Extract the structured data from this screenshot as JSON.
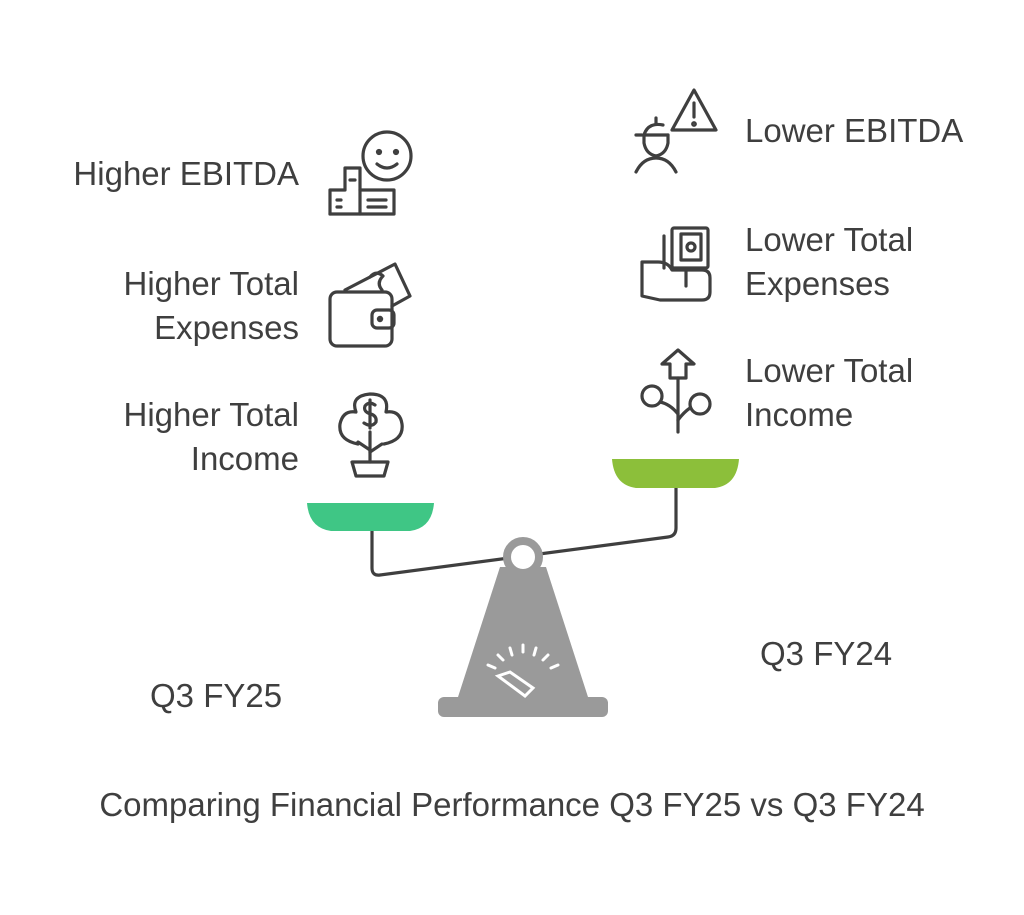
{
  "title": "Comparing Financial Performance Q3 FY25 vs Q3 FY24",
  "left": {
    "period": "Q3 FY25",
    "pan_color": "#3fc685",
    "items": [
      {
        "lines": [
          "Higher EBITDA"
        ],
        "icon": "smiling-buildings-icon"
      },
      {
        "lines": [
          "Higher Total",
          "Expenses"
        ],
        "icon": "wallet-icon"
      },
      {
        "lines": [
          "Higher Total",
          "Income"
        ],
        "icon": "money-tree-icon"
      }
    ]
  },
  "right": {
    "period": "Q3 FY24",
    "pan_color": "#8cbf3a",
    "items": [
      {
        "lines": [
          "Lower EBITDA"
        ],
        "icon": "warning-person-icon"
      },
      {
        "lines": [
          "Lower Total",
          "Expenses"
        ],
        "icon": "hand-cash-icon"
      },
      {
        "lines": [
          "Lower Total",
          "Income"
        ],
        "icon": "growth-plant-icon"
      }
    ]
  },
  "scale_color": "#9a9a9a",
  "text_color": "#3f3f3f"
}
